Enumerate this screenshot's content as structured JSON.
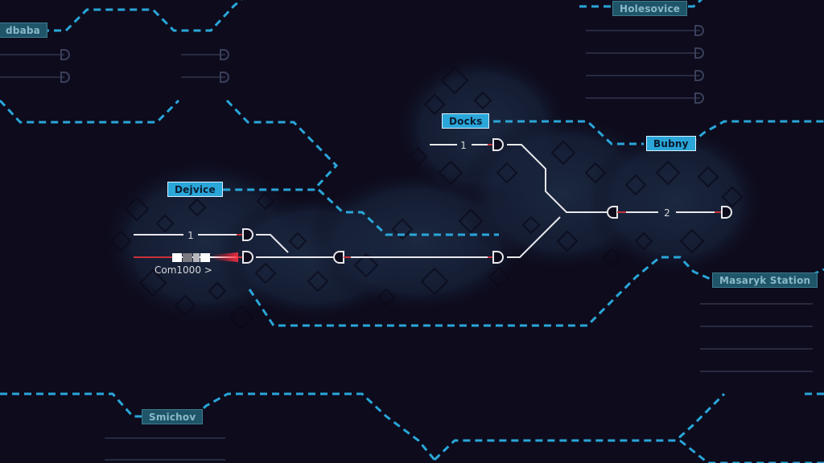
{
  "colors": {
    "background": "#0d0b1c",
    "route_line": "#2aa6d9",
    "track": "#e8e8ec",
    "signal_red": "#c8323c",
    "station_active": "#2aa6d9",
    "station_dim": "#1f5568"
  },
  "stations": [
    {
      "id": "podbaba",
      "label": "Podbaba",
      "visible_text": "dbaba",
      "active": false
    },
    {
      "id": "holesovice",
      "label": "Holesovice",
      "active": false
    },
    {
      "id": "docks",
      "label": "Docks",
      "active": true
    },
    {
      "id": "bubny",
      "label": "Bubny",
      "active": true
    },
    {
      "id": "dejvice",
      "label": "Dejvice",
      "active": true
    },
    {
      "id": "masaryk",
      "label": "Masaryk Station",
      "active": false
    },
    {
      "id": "smichov",
      "label": "Smichov",
      "active": false
    }
  ],
  "platforms": [
    {
      "station": "docks",
      "number": "1"
    },
    {
      "station": "bubny",
      "number": "2"
    },
    {
      "station": "dejvice",
      "number": "1"
    }
  ],
  "trains": [
    {
      "id": "train-com1000",
      "label": "Com1000 >",
      "direction": "east"
    }
  ],
  "signals": [
    {
      "id": "signal-docks-1",
      "state": "red"
    },
    {
      "id": "signal-bubny-west",
      "state": "red"
    },
    {
      "id": "signal-bubny-east",
      "state": "red"
    },
    {
      "id": "signal-dejvice-1",
      "state": "red"
    },
    {
      "id": "signal-dejvice-2",
      "state": "red"
    },
    {
      "id": "signal-mainline-1",
      "state": "red"
    },
    {
      "id": "signal-mainline-2",
      "state": "red"
    }
  ]
}
